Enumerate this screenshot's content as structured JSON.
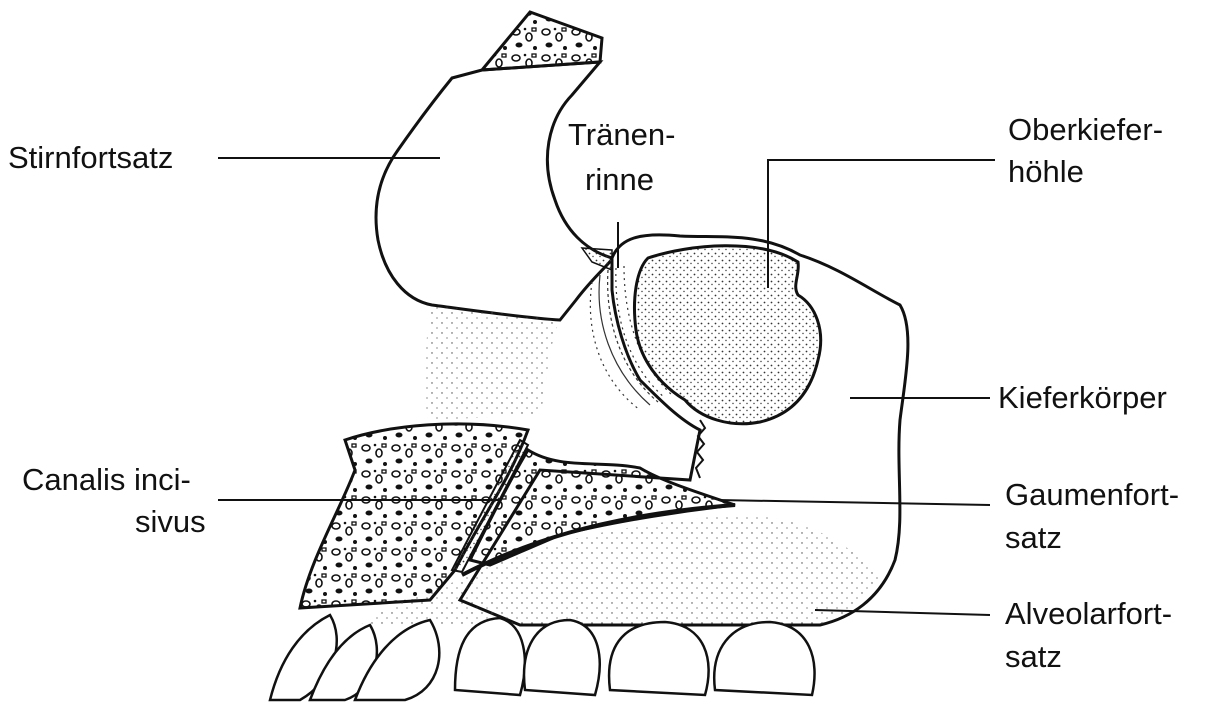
{
  "labels": {
    "stirnfortsatz": "Stirnfortsatz",
    "traenen_1": "Tränen-",
    "traenen_2": "rinne",
    "oberkiefer_1": "Oberkiefer-",
    "oberkiefer_2": "höhle",
    "kieferkoerper": "Kieferkörper",
    "canalis_1": "Canalis inci-",
    "canalis_2": "sivus",
    "gaumen_1": "Gaumenfort-",
    "gaumen_2": "satz",
    "alveolar_1": "Alveolarfort-",
    "alveolar_2": "satz"
  },
  "colors": {
    "ink": "#111111",
    "paper": "#ffffff",
    "stipple": "#555555"
  }
}
